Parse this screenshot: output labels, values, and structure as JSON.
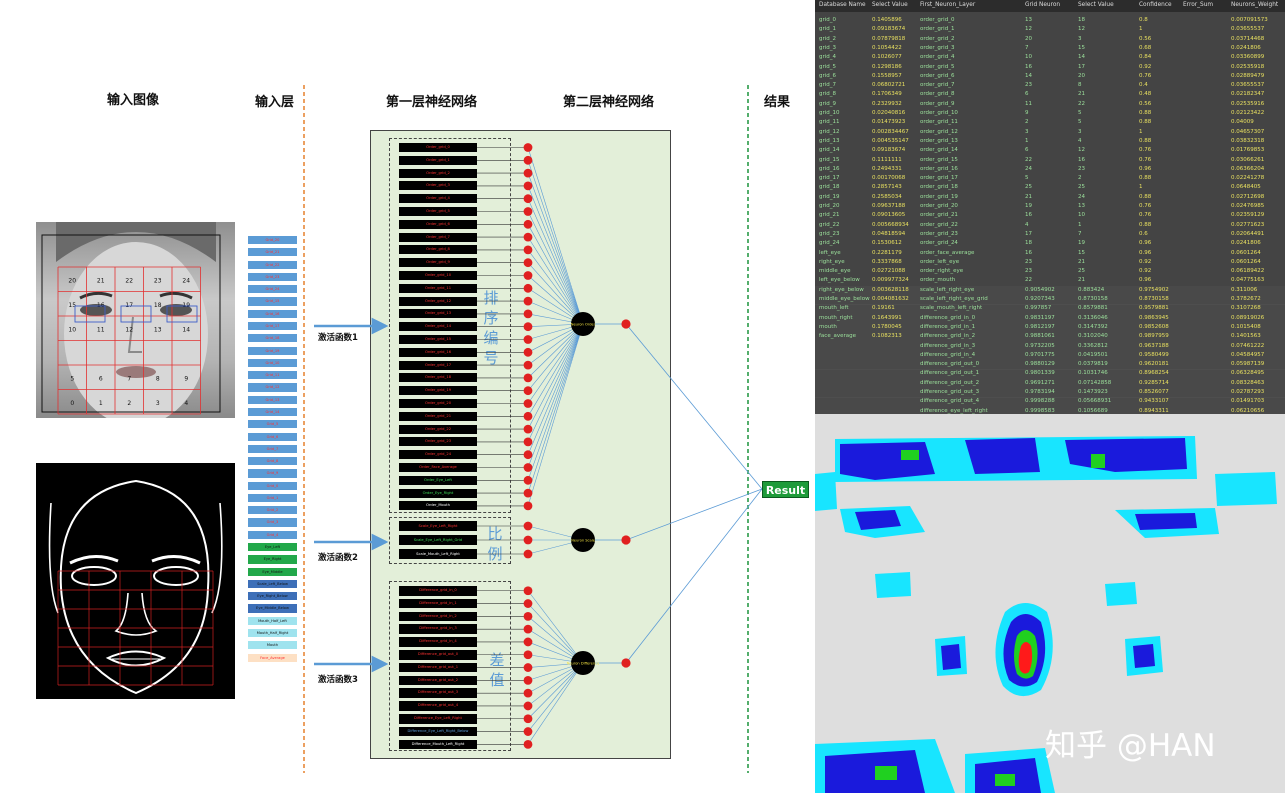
{
  "headers": {
    "input_image": "输入图像",
    "input_layer": "输入层",
    "layer1": "第一层神经网络",
    "layer2": "第二层神经网络",
    "result": "结果"
  },
  "grid_numbers_photo": [
    "20",
    "21",
    "22",
    "23",
    "24",
    "15",
    "16",
    "17",
    "18",
    "19",
    "10",
    "11",
    "12",
    "13",
    "14",
    "5",
    "6",
    "7",
    "8",
    "9",
    "0",
    "1",
    "2",
    "3",
    "4"
  ],
  "input_layer_items": [
    {
      "label": "Grid_20",
      "color": "#5b9bd5",
      "text": "#ff3030"
    },
    {
      "label": "Grid_21",
      "color": "#5b9bd5",
      "text": "#ff3030"
    },
    {
      "label": "Grid_22",
      "color": "#5b9bd5",
      "text": "#ff3030"
    },
    {
      "label": "Grid_23",
      "color": "#5b9bd5",
      "text": "#ff3030"
    },
    {
      "label": "Grid_24",
      "color": "#5b9bd5",
      "text": "#ff3030"
    },
    {
      "label": "Grid_15",
      "color": "#5b9bd5",
      "text": "#ff3030"
    },
    {
      "label": "Grid_16",
      "color": "#5b9bd5",
      "text": "#ff3030"
    },
    {
      "label": "Grid_17",
      "color": "#5b9bd5",
      "text": "#ff3030"
    },
    {
      "label": "Grid_18",
      "color": "#5b9bd5",
      "text": "#ff3030"
    },
    {
      "label": "Grid_19",
      "color": "#5b9bd5",
      "text": "#ff3030"
    },
    {
      "label": "Grid_10",
      "color": "#5b9bd5",
      "text": "#ff3030"
    },
    {
      "label": "Grid_11",
      "color": "#5b9bd5",
      "text": "#ff3030"
    },
    {
      "label": "Grid_12",
      "color": "#5b9bd5",
      "text": "#ff3030"
    },
    {
      "label": "Grid_13",
      "color": "#5b9bd5",
      "text": "#ff3030"
    },
    {
      "label": "Grid_14",
      "color": "#5b9bd5",
      "text": "#ff3030"
    },
    {
      "label": "Grid_5",
      "color": "#5b9bd5",
      "text": "#ff3030"
    },
    {
      "label": "Grid_6",
      "color": "#5b9bd5",
      "text": "#ff3030"
    },
    {
      "label": "Grid_7",
      "color": "#5b9bd5",
      "text": "#ff3030"
    },
    {
      "label": "Grid_8",
      "color": "#5b9bd5",
      "text": "#ff3030"
    },
    {
      "label": "Grid_9",
      "color": "#5b9bd5",
      "text": "#ff3030"
    },
    {
      "label": "Grid_0",
      "color": "#5b9bd5",
      "text": "#ff3030"
    },
    {
      "label": "Grid_1",
      "color": "#5b9bd5",
      "text": "#ff3030"
    },
    {
      "label": "Grid_2",
      "color": "#5b9bd5",
      "text": "#ff3030"
    },
    {
      "label": "Grid_3",
      "color": "#5b9bd5",
      "text": "#ff3030"
    },
    {
      "label": "Grid_4",
      "color": "#5b9bd5",
      "text": "#ff3030"
    },
    {
      "label": "Eye_Left",
      "color": "#22a84a",
      "text": "#111111"
    },
    {
      "label": "Eye_Right",
      "color": "#22a84a",
      "text": "#111111"
    },
    {
      "label": "Eye_Middle",
      "color": "#22a84a",
      "text": "#111111"
    },
    {
      "label": "Scale_Left_Below",
      "color": "#3d6fb8",
      "text": "#111111"
    },
    {
      "label": "Eye_Right_Below",
      "color": "#3d6fb8",
      "text": "#111111"
    },
    {
      "label": "Eye_Middle_Below",
      "color": "#3d6fb8",
      "text": "#111111"
    },
    {
      "label": "Mouth_Half_Left",
      "color": "#9fe3ee",
      "text": "#111111"
    },
    {
      "label": "Mouth_Half_Right",
      "color": "#9fe3ee",
      "text": "#111111"
    },
    {
      "label": "Mouth",
      "color": "#9fe3ee",
      "text": "#111111"
    },
    {
      "label": "Face_Average",
      "color": "#fde0c4",
      "text": "#ff3030"
    }
  ],
  "activation_labels": [
    "激活函数1",
    "激活函数2",
    "激活函数3"
  ],
  "group_labels": [
    "排序编号",
    "比例",
    "差值"
  ],
  "order_neurons": [
    {
      "label": "Order_grid_0",
      "color": "#ff3030"
    },
    {
      "label": "Order_grid_1",
      "color": "#ff3030"
    },
    {
      "label": "Order_grid_2",
      "color": "#ff3030"
    },
    {
      "label": "Order_grid_3",
      "color": "#ff3030"
    },
    {
      "label": "Order_grid_4",
      "color": "#ff3030"
    },
    {
      "label": "Order_grid_5",
      "color": "#ff3030"
    },
    {
      "label": "Order_grid_6",
      "color": "#ff3030"
    },
    {
      "label": "Order_grid_7",
      "color": "#ff3030"
    },
    {
      "label": "Order_grid_8",
      "color": "#ff3030"
    },
    {
      "label": "Order_grid_9",
      "color": "#ff3030"
    },
    {
      "label": "Order_grid_10",
      "color": "#ff3030"
    },
    {
      "label": "Order_grid_11",
      "color": "#ff3030"
    },
    {
      "label": "Order_grid_12",
      "color": "#ff3030"
    },
    {
      "label": "Order_grid_13",
      "color": "#ff3030"
    },
    {
      "label": "Order_grid_14",
      "color": "#ff3030"
    },
    {
      "label": "Order_grid_15",
      "color": "#ff3030"
    },
    {
      "label": "Order_grid_16",
      "color": "#ff3030"
    },
    {
      "label": "Order_grid_17",
      "color": "#ff3030"
    },
    {
      "label": "Order_grid_18",
      "color": "#ff3030"
    },
    {
      "label": "Order_grid_19",
      "color": "#ff3030"
    },
    {
      "label": "Order_grid_20",
      "color": "#ff3030"
    },
    {
      "label": "Order_grid_21",
      "color": "#ff3030"
    },
    {
      "label": "Order_grid_22",
      "color": "#ff3030"
    },
    {
      "label": "Order_grid_23",
      "color": "#ff3030"
    },
    {
      "label": "Order_grid_24",
      "color": "#ff3030"
    },
    {
      "label": "Order_Face_Average",
      "color": "#ff3030"
    },
    {
      "label": "Order_Eye_Left",
      "color": "#3ddc57"
    },
    {
      "label": "Order_Eye_Right",
      "color": "#3ddc57"
    },
    {
      "label": "Order_Mouth",
      "color": "#ffffff"
    }
  ],
  "scale_neurons": [
    {
      "label": "Scale_Eye_Left_Right",
      "color": "#ff3030"
    },
    {
      "label": "Scale_Eye_Left_Right_Grid",
      "color": "#3ddc57"
    },
    {
      "label": "Scale_Mouth_Left_Right",
      "color": "#ffffff"
    }
  ],
  "diff_neurons": [
    {
      "label": "Difference_grid_in_0",
      "color": "#ff3030"
    },
    {
      "label": "Difference_grid_in_1",
      "color": "#ff3030"
    },
    {
      "label": "Difference_grid_in_2",
      "color": "#ff3030"
    },
    {
      "label": "Difference_grid_in_3",
      "color": "#ff3030"
    },
    {
      "label": "Difference_grid_in_4",
      "color": "#ff3030"
    },
    {
      "label": "Difference_grid_out_0",
      "color": "#ff3030"
    },
    {
      "label": "Difference_grid_out_1",
      "color": "#ff3030"
    },
    {
      "label": "Difference_grid_out_2",
      "color": "#ff3030"
    },
    {
      "label": "Difference_grid_out_3",
      "color": "#ff3030"
    },
    {
      "label": "Difference_grid_out_4",
      "color": "#ff3030"
    },
    {
      "label": "Difference_Eye_Left_Right",
      "color": "#ff3030"
    },
    {
      "label": "Difference_Eye_Left_Right_Below",
      "color": "#5b9bd5"
    },
    {
      "label": "Difference_Mouth_Left_Right",
      "color": "#ffffff"
    }
  ],
  "layer2_neurons": [
    {
      "label": "Neuron Order"
    },
    {
      "label": "Neuron Scale"
    },
    {
      "label": "Neuron Difference"
    }
  ],
  "result_label": "Result",
  "db_table": {
    "columns": [
      "Database Name",
      "Select Value",
      "First_Neuron_Layer",
      "Grid Neuron",
      "Select Value",
      "Confidence",
      "Error_Sum",
      "Neurons_Weight"
    ],
    "rows": [
      [
        "grid_0",
        "0.1405896",
        "order_grid_0",
        "13",
        "18",
        "0.8",
        "",
        "0.007091573"
      ],
      [
        "grid_1",
        "0.09183674",
        "order_grid_1",
        "12",
        "12",
        "1",
        "",
        "0.03655537"
      ],
      [
        "grid_2",
        "0.07879818",
        "order_grid_2",
        "20",
        "3",
        "0.56",
        "",
        "0.03714468"
      ],
      [
        "grid_3",
        "0.1054422",
        "order_grid_3",
        "7",
        "15",
        "0.68",
        "",
        "0.0241806"
      ],
      [
        "grid_4",
        "0.1026077",
        "order_grid_4",
        "10",
        "14",
        "0.84",
        "",
        "0.03360899"
      ],
      [
        "grid_5",
        "0.1298186",
        "order_grid_5",
        "16",
        "17",
        "0.92",
        "",
        "0.02535918"
      ],
      [
        "grid_6",
        "0.1558957",
        "order_grid_6",
        "14",
        "20",
        "0.76",
        "",
        "0.02889479"
      ],
      [
        "grid_7",
        "0.06802721",
        "order_grid_7",
        "23",
        "8",
        "0.4",
        "",
        "0.03655537"
      ],
      [
        "grid_8",
        "0.1706349",
        "order_grid_8",
        "6",
        "21",
        "0.48",
        "",
        "0.02182347"
      ],
      [
        "grid_9",
        "0.2329932",
        "order_grid_9",
        "11",
        "22",
        "0.56",
        "",
        "0.02535916"
      ],
      [
        "grid_10",
        "0.02040816",
        "order_grid_10",
        "9",
        "5",
        "0.88",
        "",
        "0.02123422"
      ],
      [
        "grid_11",
        "0.01473923",
        "order_grid_11",
        "2",
        "5",
        "0.88",
        "",
        "0.04009"
      ],
      [
        "grid_12",
        "0.002834467",
        "order_grid_12",
        "3",
        "3",
        "1",
        "",
        "0.04657307"
      ],
      [
        "grid_13",
        "0.004535147",
        "order_grid_13",
        "1",
        "4",
        "0.88",
        "",
        "0.03832318"
      ],
      [
        "grid_14",
        "0.09183674",
        "order_grid_14",
        "6",
        "12",
        "0.76",
        "",
        "0.01769853"
      ],
      [
        "grid_15",
        "0.1111111",
        "order_grid_15",
        "22",
        "16",
        "0.76",
        "",
        "0.03066261"
      ],
      [
        "grid_16",
        "0.2494331",
        "order_grid_16",
        "24",
        "23",
        "0.96",
        "",
        "0.06366204"
      ],
      [
        "grid_17",
        "0.00170068",
        "order_grid_17",
        "5",
        "2",
        "0.88",
        "",
        "0.02241278"
      ],
      [
        "grid_18",
        "0.2857143",
        "order_grid_18",
        "25",
        "25",
        "1",
        "",
        "0.0648405"
      ],
      [
        "grid_19",
        "0.2585034",
        "order_grid_19",
        "21",
        "24",
        "0.88",
        "",
        "0.02712698"
      ],
      [
        "grid_20",
        "0.09637188",
        "order_grid_20",
        "19",
        "13",
        "0.76",
        "",
        "0.02476985"
      ],
      [
        "grid_21",
        "0.09013605",
        "order_grid_21",
        "16",
        "10",
        "0.76",
        "",
        "0.02359129"
      ],
      [
        "grid_22",
        "0.005668934",
        "order_grid_22",
        "4",
        "1",
        "0.88",
        "",
        "0.02771623"
      ],
      [
        "grid_23",
        "0.04818594",
        "order_grid_23",
        "17",
        "7",
        "0.6",
        "",
        "0.02064491"
      ],
      [
        "grid_24",
        "0.1530612",
        "order_grid_24",
        "18",
        "19",
        "0.96",
        "",
        "0.0241806"
      ],
      [
        "left_eye",
        "0.2281179",
        "order_face_average",
        "16",
        "15",
        "0.96",
        "",
        "0.0601264"
      ],
      [
        "right_eye",
        "0.3337868",
        "order_left_eye",
        "23",
        "21",
        "0.92",
        "",
        "0.0601264"
      ],
      [
        "middle_eye",
        "0.02721088",
        "order_right_eye",
        "23",
        "25",
        "0.92",
        "",
        "0.06189422"
      ],
      [
        "left_eye_below",
        "0.009977324",
        "order_mouth",
        "22",
        "21",
        "0.96",
        "",
        "0.04775163"
      ],
      [
        "right_eye_below",
        "0.003628118",
        "scale_left_right_eye",
        "0.9054902",
        "0.883424",
        "0.9754902",
        "",
        "0.311006"
      ],
      [
        "middle_eye_below",
        "0.004081632",
        "scale_left_right_eye_grid",
        "0.9207343",
        "0.8730158",
        "0.8730158",
        "",
        "0.3782672"
      ],
      [
        "mouth_left",
        "0.19161",
        "scale_mouth_left_right",
        "0.997857",
        "0.8579881",
        "0.9579881",
        "",
        "0.3107268"
      ],
      [
        "mouth_right",
        "0.1643991",
        "difference_grid_in_0",
        "0.9831197",
        "0.3136046",
        "0.9863945",
        "",
        "0.08919026"
      ],
      [
        "mouth",
        "0.1780045",
        "difference_grid_in_1",
        "0.9812197",
        "0.3147392",
        "0.9852608",
        "",
        "0.1015408"
      ],
      [
        "face_average",
        "0.1082313",
        "difference_grid_in_2",
        "0.9881061",
        "0.3102040",
        "0.9897959",
        "",
        "0.1401563"
      ],
      [
        "",
        "",
        "difference_grid_in_3",
        "0.9732205",
        "0.3362812",
        "0.9637188",
        "",
        "0.07461222"
      ],
      [
        "",
        "",
        "difference_grid_in_4",
        "0.9701775",
        "0.0419501",
        "0.9580499",
        "",
        "0.04584957"
      ],
      [
        "",
        "",
        "difference_grid_out_0",
        "0.9880129",
        "0.0379819",
        "0.9620181",
        "",
        "0.05987139"
      ],
      [
        "",
        "",
        "difference_grid_out_1",
        "0.9801339",
        "0.1031746",
        "0.8968254",
        "",
        "0.06328495"
      ],
      [
        "",
        "",
        "difference_grid_out_2",
        "0.9691271",
        "0.07142858",
        "0.9285714",
        "",
        "0.08328463"
      ],
      [
        "",
        "",
        "difference_grid_out_3",
        "0.9783194",
        "0.1473923",
        "0.8526077",
        "",
        "0.02787293"
      ],
      [
        "",
        "",
        "difference_grid_out_4",
        "0.9998288",
        "0.05668931",
        "0.9433107",
        "",
        "0.01491703"
      ],
      [
        "",
        "",
        "difference_eye_left_right",
        "0.9998583",
        "0.1056689",
        "0.8943311",
        "",
        "0.06210656"
      ]
    ]
  },
  "watermark": "知乎 @HAN",
  "colors": {
    "neuron_red": "#e02020",
    "layer1_bg": "#e3efd9",
    "arrow_blue": "#5b9bd5",
    "result_green": "#1e9b3a",
    "divider_orange": "#e8893a",
    "divider_green": "#2a9a48",
    "heat_blue": "#1a1adc",
    "heat_cyan": "#18e5ff",
    "heat_green": "#20d020",
    "heat_red": "#ff1a1a"
  }
}
